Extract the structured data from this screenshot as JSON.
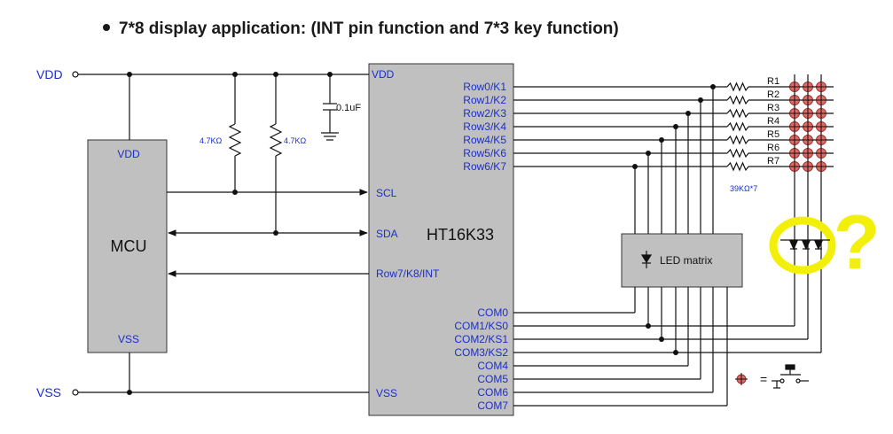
{
  "title": "7*8 display application: (INT pin function and 7*3 key function)",
  "rails": {
    "vdd": "VDD",
    "vss": "VSS"
  },
  "mcu": {
    "name": "MCU",
    "vdd": "VDD",
    "vss": "VSS"
  },
  "chip": {
    "name": "HT16K33",
    "vdd": "VDD",
    "vss": "VSS",
    "scl": "SCL",
    "sda": "SDA",
    "int_pin": "Row7/K8/INT",
    "rows": [
      "Row0/K1",
      "Row1/K2",
      "Row2/K3",
      "Row3/K4",
      "Row4/K5",
      "Row5/K6",
      "Row6/K7"
    ],
    "coms": [
      "COM0",
      "COM1/KS0",
      "COM2/KS1",
      "COM3/KS2",
      "COM4",
      "COM5",
      "COM6",
      "COM7"
    ]
  },
  "components": {
    "pullup_left": "4.7KΩ",
    "pullup_right": "4.7KΩ",
    "capacitor": "0.1uF",
    "row_resistors": [
      "R1",
      "R2",
      "R3",
      "R4",
      "R5",
      "R6",
      "R7"
    ],
    "row_resistor_value": "39KΩ*7",
    "led_matrix": "LED matrix",
    "legend_equals": "="
  },
  "annotation": {
    "question_mark": "?",
    "highlight_color": "#f2ef0a"
  },
  "colors": {
    "wire": "#111111",
    "label": "#1a2ecc",
    "box_fill": "#c0c0c0",
    "key_switch": "#e06b66"
  }
}
